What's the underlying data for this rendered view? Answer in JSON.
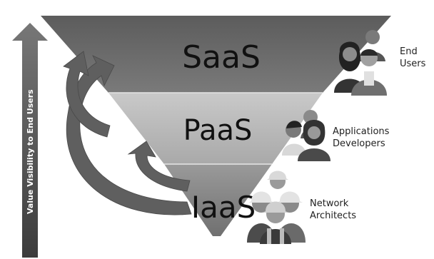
{
  "diagram": {
    "axis_label": "Value Visibility to End Users",
    "layers": [
      {
        "id": "saas",
        "label": "SaaS",
        "role_lines": [
          "End",
          "Users"
        ]
      },
      {
        "id": "paas",
        "label": "PaaS",
        "role_lines": [
          "Applications",
          "Developers"
        ]
      },
      {
        "id": "iaas",
        "label": "IaaS",
        "role_lines": [
          "Network",
          "Architects"
        ]
      }
    ],
    "colors": {
      "saas": "#6b6b6b",
      "paas": "#b5b5b5",
      "iaas": "#8f8f8f",
      "arrow": "#5f5f5f",
      "axis_arrow": "#5a5a5a"
    },
    "icons": [
      "end-users-icon",
      "developers-icon",
      "network-architects-icon"
    ]
  }
}
